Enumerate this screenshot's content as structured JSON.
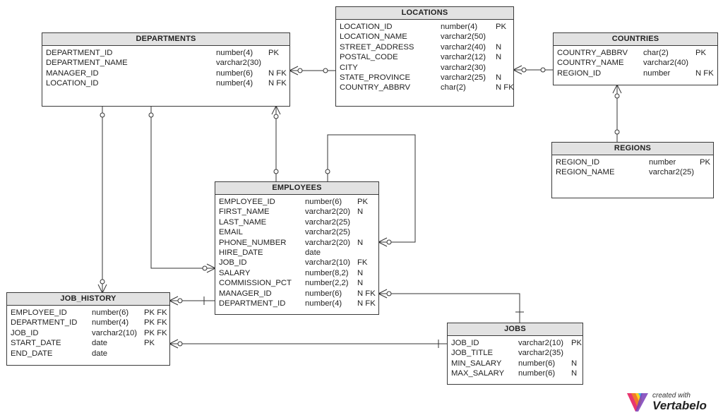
{
  "tables": {
    "departments": {
      "name": "DEPARTMENTS",
      "columns": [
        {
          "name": "DEPARTMENT_ID",
          "type": "number(4)",
          "flags": "PK"
        },
        {
          "name": "DEPARTMENT_NAME",
          "type": "varchar2(30)",
          "flags": ""
        },
        {
          "name": "MANAGER_ID",
          "type": "number(6)",
          "flags": "N FK"
        },
        {
          "name": "LOCATION_ID",
          "type": "number(4)",
          "flags": "N FK"
        }
      ]
    },
    "locations": {
      "name": "LOCATIONS",
      "columns": [
        {
          "name": "LOCATION_ID",
          "type": "number(4)",
          "flags": "PK"
        },
        {
          "name": "LOCATION_NAME",
          "type": "varchar2(50)",
          "flags": ""
        },
        {
          "name": "STREET_ADDRESS",
          "type": "varchar2(40)",
          "flags": "N"
        },
        {
          "name": "POSTAL_CODE",
          "type": "varchar2(12)",
          "flags": "N"
        },
        {
          "name": "CITY",
          "type": "varchar2(30)",
          "flags": ""
        },
        {
          "name": "STATE_PROVINCE",
          "type": "varchar2(25)",
          "flags": "N"
        },
        {
          "name": "COUNTRY_ABBRV",
          "type": "char(2)",
          "flags": "N FK"
        }
      ]
    },
    "countries": {
      "name": "COUNTRIES",
      "columns": [
        {
          "name": "COUNTRY_ABBRV",
          "type": "char(2)",
          "flags": "PK"
        },
        {
          "name": "COUNTRY_NAME",
          "type": "varchar2(40)",
          "flags": ""
        },
        {
          "name": "REGION_ID",
          "type": "number",
          "flags": "N FK"
        }
      ]
    },
    "regions": {
      "name": "REGIONS",
      "columns": [
        {
          "name": "REGION_ID",
          "type": "number",
          "flags": "PK"
        },
        {
          "name": "REGION_NAME",
          "type": "varchar2(25)",
          "flags": ""
        }
      ]
    },
    "employees": {
      "name": "EMPLOYEES",
      "columns": [
        {
          "name": "EMPLOYEE_ID",
          "type": "number(6)",
          "flags": "PK"
        },
        {
          "name": "FIRST_NAME",
          "type": "varchar2(20)",
          "flags": "N"
        },
        {
          "name": "LAST_NAME",
          "type": "varchar2(25)",
          "flags": ""
        },
        {
          "name": "EMAIL",
          "type": "varchar2(25)",
          "flags": ""
        },
        {
          "name": "PHONE_NUMBER",
          "type": "varchar2(20)",
          "flags": "N"
        },
        {
          "name": "HIRE_DATE",
          "type": "date",
          "flags": ""
        },
        {
          "name": "JOB_ID",
          "type": "varchar2(10)",
          "flags": "FK"
        },
        {
          "name": "SALARY",
          "type": "number(8,2)",
          "flags": "N"
        },
        {
          "name": "COMMISSION_PCT",
          "type": "number(2,2)",
          "flags": "N"
        },
        {
          "name": "MANAGER_ID",
          "type": "number(6)",
          "flags": "N FK"
        },
        {
          "name": "DEPARTMENT_ID",
          "type": "number(4)",
          "flags": "N FK"
        }
      ]
    },
    "job_history": {
      "name": "JOB_HISTORY",
      "columns": [
        {
          "name": "EMPLOYEE_ID",
          "type": "number(6)",
          "flags": "PK FK"
        },
        {
          "name": "DEPARTMENT_ID",
          "type": "number(4)",
          "flags": "PK FK"
        },
        {
          "name": "JOB_ID",
          "type": "varchar2(10)",
          "flags": "PK FK"
        },
        {
          "name": "START_DATE",
          "type": "date",
          "flags": "PK"
        },
        {
          "name": "END_DATE",
          "type": "date",
          "flags": ""
        }
      ]
    },
    "jobs": {
      "name": "JOBS",
      "columns": [
        {
          "name": "JOB_ID",
          "type": "varchar2(10)",
          "flags": "PK"
        },
        {
          "name": "JOB_TITLE",
          "type": "varchar2(35)",
          "flags": ""
        },
        {
          "name": "MIN_SALARY",
          "type": "number(6)",
          "flags": "N"
        },
        {
          "name": "MAX_SALARY",
          "type": "number(6)",
          "flags": "N"
        }
      ]
    }
  },
  "branding": {
    "created_with": "created with",
    "brand": "Vertabelo"
  }
}
